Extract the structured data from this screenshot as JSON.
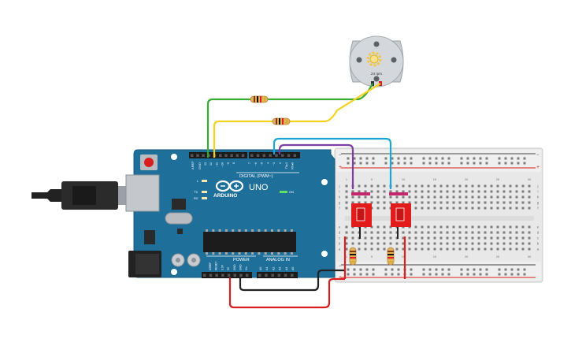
{
  "motor": {
    "rpm_label": "24 rpm"
  },
  "arduino": {
    "brand": "ARDUINO",
    "model": "UNO",
    "digital_label": "DIGITAL (PWM~)",
    "analog_label": "ANALOG IN",
    "power_label": "POWER",
    "on_label": "ON",
    "tx_label": "TX",
    "rx_label": "RX",
    "l_label": "L",
    "aref_label": "AREF",
    "gnd_label": "GND",
    "digital_pins": [
      "13",
      "12",
      "~11",
      "~10",
      "~9",
      "8",
      "7",
      "~6",
      "~5",
      "4",
      "~3",
      "2",
      "TX▸1",
      "RX◂0"
    ],
    "power_pins": [
      "IOREF",
      "RESET",
      "3.3V",
      "5V",
      "GND",
      "GND",
      "Vin"
    ],
    "analog_pins": [
      "A0",
      "A1",
      "A2",
      "A3",
      "A4",
      "A5"
    ]
  },
  "breadboard": {
    "col_numbers": [
      "1",
      "",
      "",
      "",
      "5",
      "",
      "",
      "",
      "",
      "10",
      "",
      "",
      "",
      "",
      "15",
      "",
      "",
      "",
      "",
      "20",
      "",
      "",
      "",
      "",
      "25",
      "",
      "",
      "",
      "",
      "30"
    ],
    "row_letters_top": [
      "j",
      "i",
      "h",
      "g",
      "f"
    ],
    "row_letters_bottom": [
      "e",
      "d",
      "c",
      "b",
      "a"
    ],
    "rail_plus": "+",
    "rail_minus": "−"
  },
  "wire_colors": {
    "green": "#3aaa35",
    "yellow": "#f2d21b",
    "cyan": "#1ea5d8",
    "purple": "#7a3fa0",
    "black": "#222222",
    "red": "#d81e1e"
  }
}
